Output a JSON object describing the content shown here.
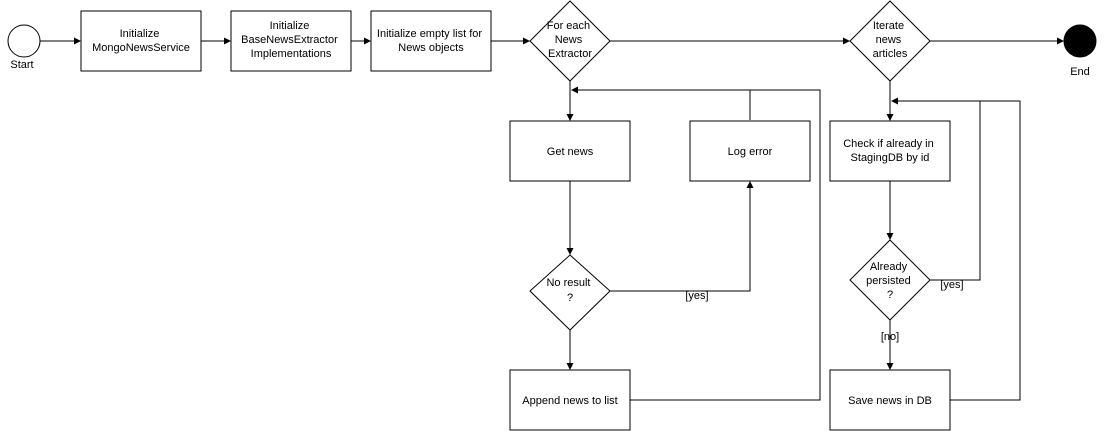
{
  "start_node": {
    "label": "Start"
  },
  "end_node": {
    "label": "End"
  },
  "boxes": {
    "init_mongo": [
      "Initialize",
      "MongoNewsService"
    ],
    "init_extractors": [
      "Initialize",
      "BaseNewsExtractor",
      "Implementations"
    ],
    "init_list": [
      "Initialize empty list for",
      "News objects"
    ],
    "get_news": [
      "Get news"
    ],
    "log_error": [
      "Log error"
    ],
    "append_news": [
      "Append news to list"
    ],
    "check_staging": [
      "Check if already in",
      "StagingDB by id"
    ],
    "save_news": [
      "Save news in DB"
    ]
  },
  "decisions": {
    "for_each_extractor": [
      "For each",
      "News",
      "Extractor"
    ],
    "iterate_articles": [
      "Iterate",
      "news",
      "articles"
    ],
    "no_result": [
      "No result",
      "?"
    ],
    "already_persisted": [
      "Already",
      "persisted",
      "?"
    ]
  },
  "edge_labels": {
    "no_result_yes": "[yes]",
    "persisted_yes": "[yes]",
    "persisted_no": "[no]"
  }
}
